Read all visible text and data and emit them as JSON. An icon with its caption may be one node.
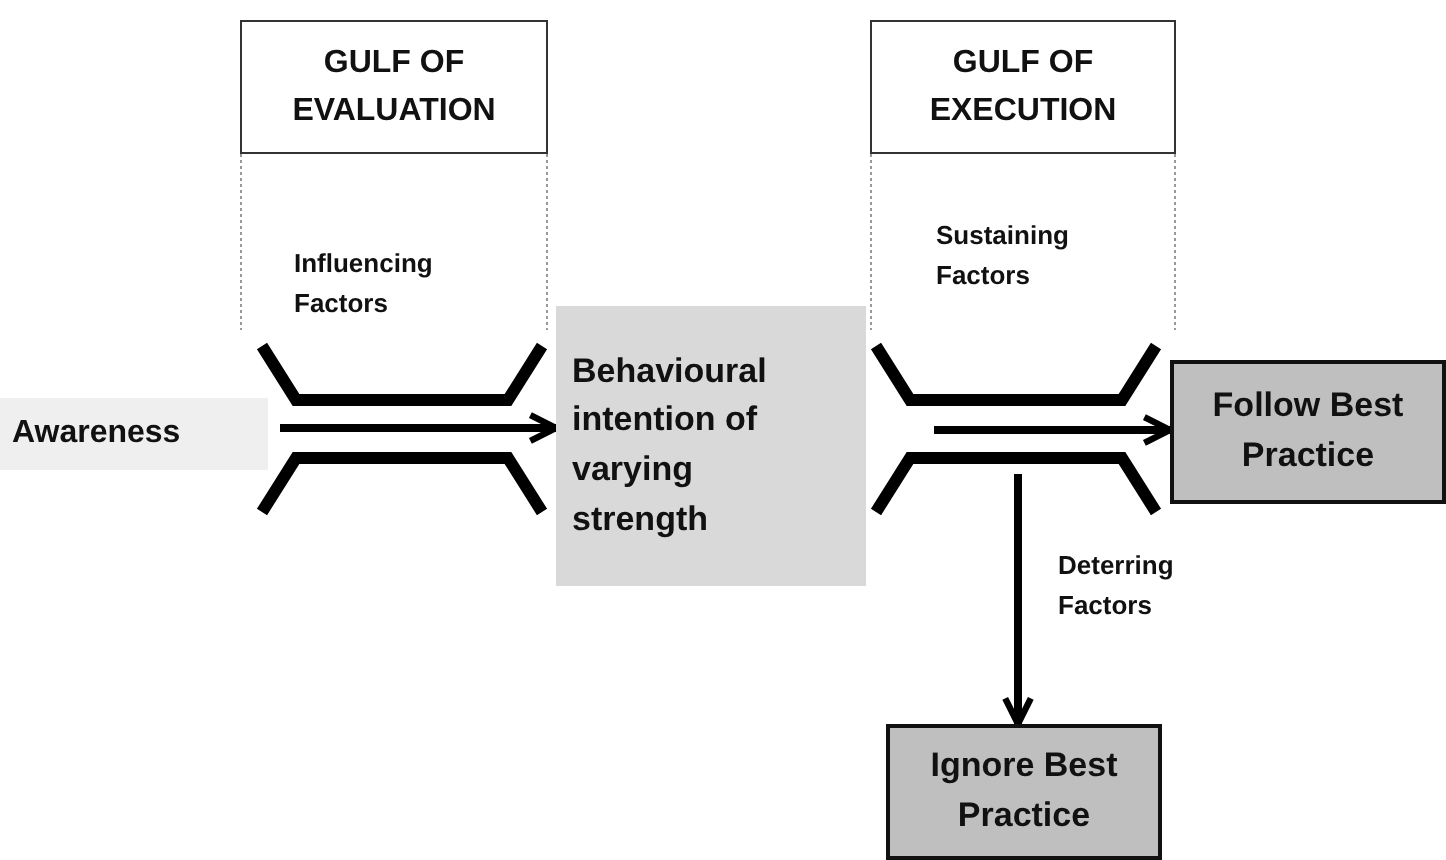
{
  "diagram": {
    "nodes": [
      {
        "text": [
          "GULF OF EVALUATION"
        ]
      },
      {
        "text": [
          "GULF OF EXECUTION"
        ]
      },
      {
        "text": [
          "Awareness"
        ]
      },
      {
        "text": [
          "Behavioural intention of varying strength"
        ]
      },
      {
        "text": [
          "Follow Best Practice"
        ]
      },
      {
        "text": [
          "Ignore Best Practice"
        ]
      }
    ],
    "edges": [
      {
        "from": 2,
        "to": 3,
        "arrow": "to"
      },
      {
        "from": 3,
        "to": 4,
        "arrow": "to"
      },
      {
        "from": null,
        "to": 5,
        "arrow": "to"
      }
    ],
    "labels": [
      "Influencing Factors",
      "Sustaining Factors",
      "Deterring Factors"
    ]
  }
}
